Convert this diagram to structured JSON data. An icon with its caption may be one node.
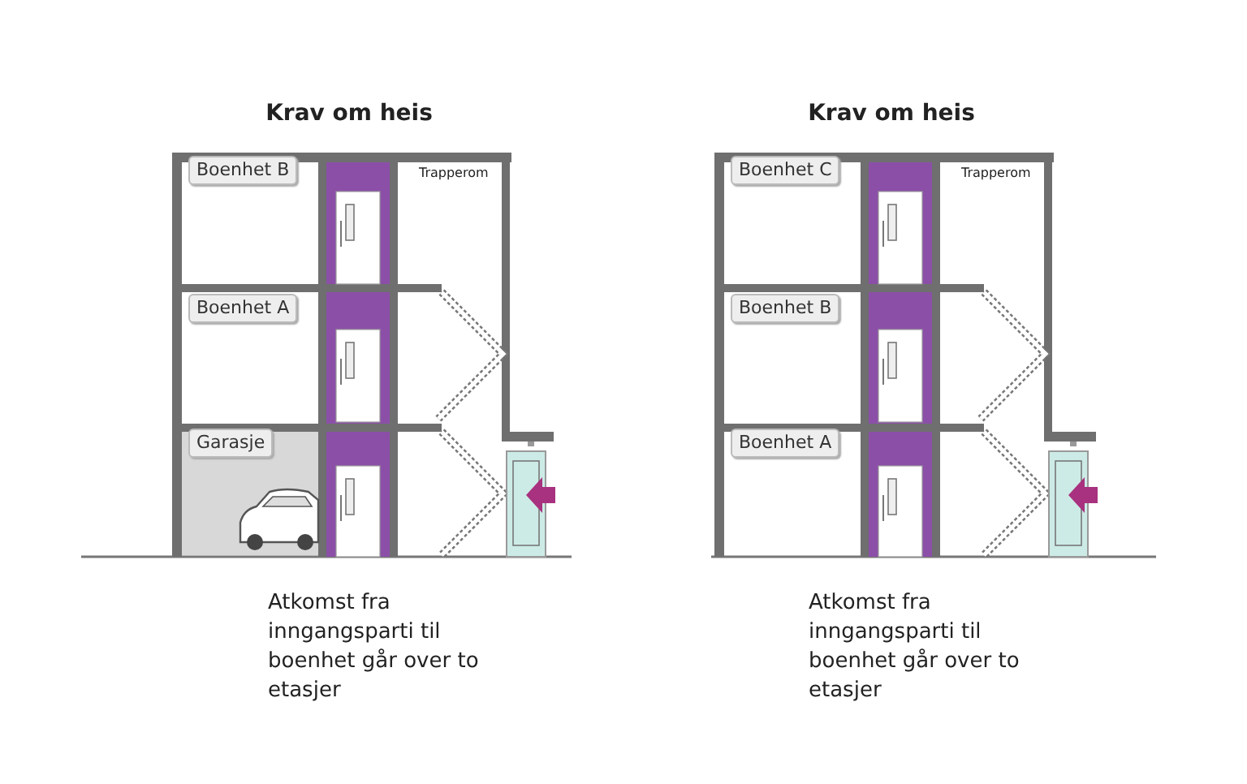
{
  "diagram": {
    "nodes": [
      {
        "text": [
          "Boenhet B"
        ]
      },
      {
        "text": [
          "Boenhet C"
        ]
      },
      {
        "text": [
          "Boenhet A"
        ]
      },
      {
        "text": [
          "Boenhet B"
        ]
      },
      {
        "text": [
          "Garasje"
        ]
      },
      {
        "text": [
          "Boenhet A"
        ]
      }
    ],
    "labels": [
      "Krav om heis",
      "Krav om heis",
      "Trapperom",
      "Trapperom",
      "Atkomst fra inngangsparti til boenhet går over to etasjer",
      "Atkomst fra inngangsparti til boenhet går over to etasjer"
    ]
  }
}
